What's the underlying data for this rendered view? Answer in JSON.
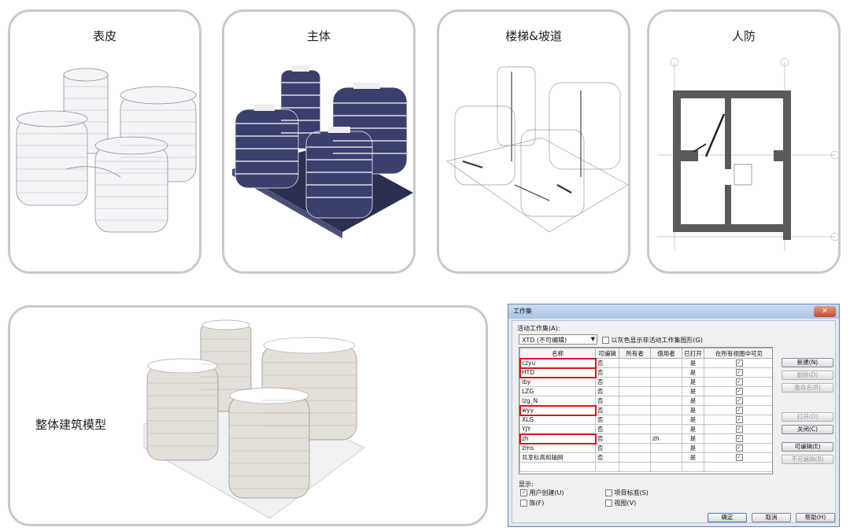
{
  "panels": {
    "skin": {
      "title": "表皮"
    },
    "main": {
      "title": "主体"
    },
    "stairs": {
      "title": "楼梯&坡道"
    },
    "civil": {
      "title": "人防"
    },
    "whole": {
      "title": "整体建筑模型"
    }
  },
  "dialog": {
    "title": "工作集",
    "active_label": "活动工作集(A):",
    "active_value": "XTD (不可编辑)",
    "gray_option": "以灰色显示非活动工作集图形(G)",
    "columns": [
      "名称",
      "可编辑",
      "所有者",
      "借用者",
      "已打开",
      "在所有视图中可见"
    ],
    "rows": [
      {
        "name": "czyu",
        "editable": "否",
        "owner": "",
        "borrower": "",
        "open": "是",
        "visible": "✓",
        "highlight": true
      },
      {
        "name": "HTD",
        "editable": "否",
        "owner": "",
        "borrower": "",
        "open": "是",
        "visible": "✓",
        "highlight": true
      },
      {
        "name": "lby",
        "editable": "否",
        "owner": "",
        "borrower": "",
        "open": "是",
        "visible": "✓",
        "highlight": false
      },
      {
        "name": "LZG",
        "editable": "否",
        "owner": "",
        "borrower": "",
        "open": "是",
        "visible": "✓",
        "highlight": false
      },
      {
        "name": "lzg_N",
        "editable": "否",
        "owner": "",
        "borrower": "",
        "open": "是",
        "visible": "✓",
        "highlight": false
      },
      {
        "name": "wyy",
        "editable": "否",
        "owner": "",
        "borrower": "",
        "open": "是",
        "visible": "✓",
        "highlight": true
      },
      {
        "name": "XLG",
        "editable": "否",
        "owner": "",
        "borrower": "",
        "open": "是",
        "visible": "✓",
        "highlight": false
      },
      {
        "name": "YJY",
        "editable": "否",
        "owner": "",
        "borrower": "",
        "open": "是",
        "visible": "✓",
        "highlight": false
      },
      {
        "name": "zh",
        "editable": "否",
        "owner": "",
        "borrower": "zh",
        "open": "是",
        "visible": "✓",
        "highlight": true
      },
      {
        "name": "zms",
        "editable": "否",
        "owner": "",
        "borrower": "",
        "open": "是",
        "visible": "✓",
        "highlight": false
      },
      {
        "name": "共享标高和轴网",
        "editable": "否",
        "owner": "",
        "borrower": "",
        "open": "是",
        "visible": "✓",
        "highlight": false
      }
    ],
    "buttons": {
      "new": "新建(N)",
      "delete": "删除(D)",
      "rename": "重命名(R)",
      "open": "打开(O)",
      "close": "关闭(C)",
      "editable": "可编辑(E)",
      "not_editable": "不可编辑(B)",
      "ok": "确定",
      "cancel": "取消",
      "help": "帮助(H)"
    },
    "show_label": "显示:",
    "show_options": {
      "user_created": "用户创建(U)",
      "project_std": "项目标准(S)",
      "family": "族(F)",
      "view": "视图(V)"
    }
  },
  "colors": {
    "highlight": "#d01a1a",
    "card_border": "#c9c9c9"
  }
}
